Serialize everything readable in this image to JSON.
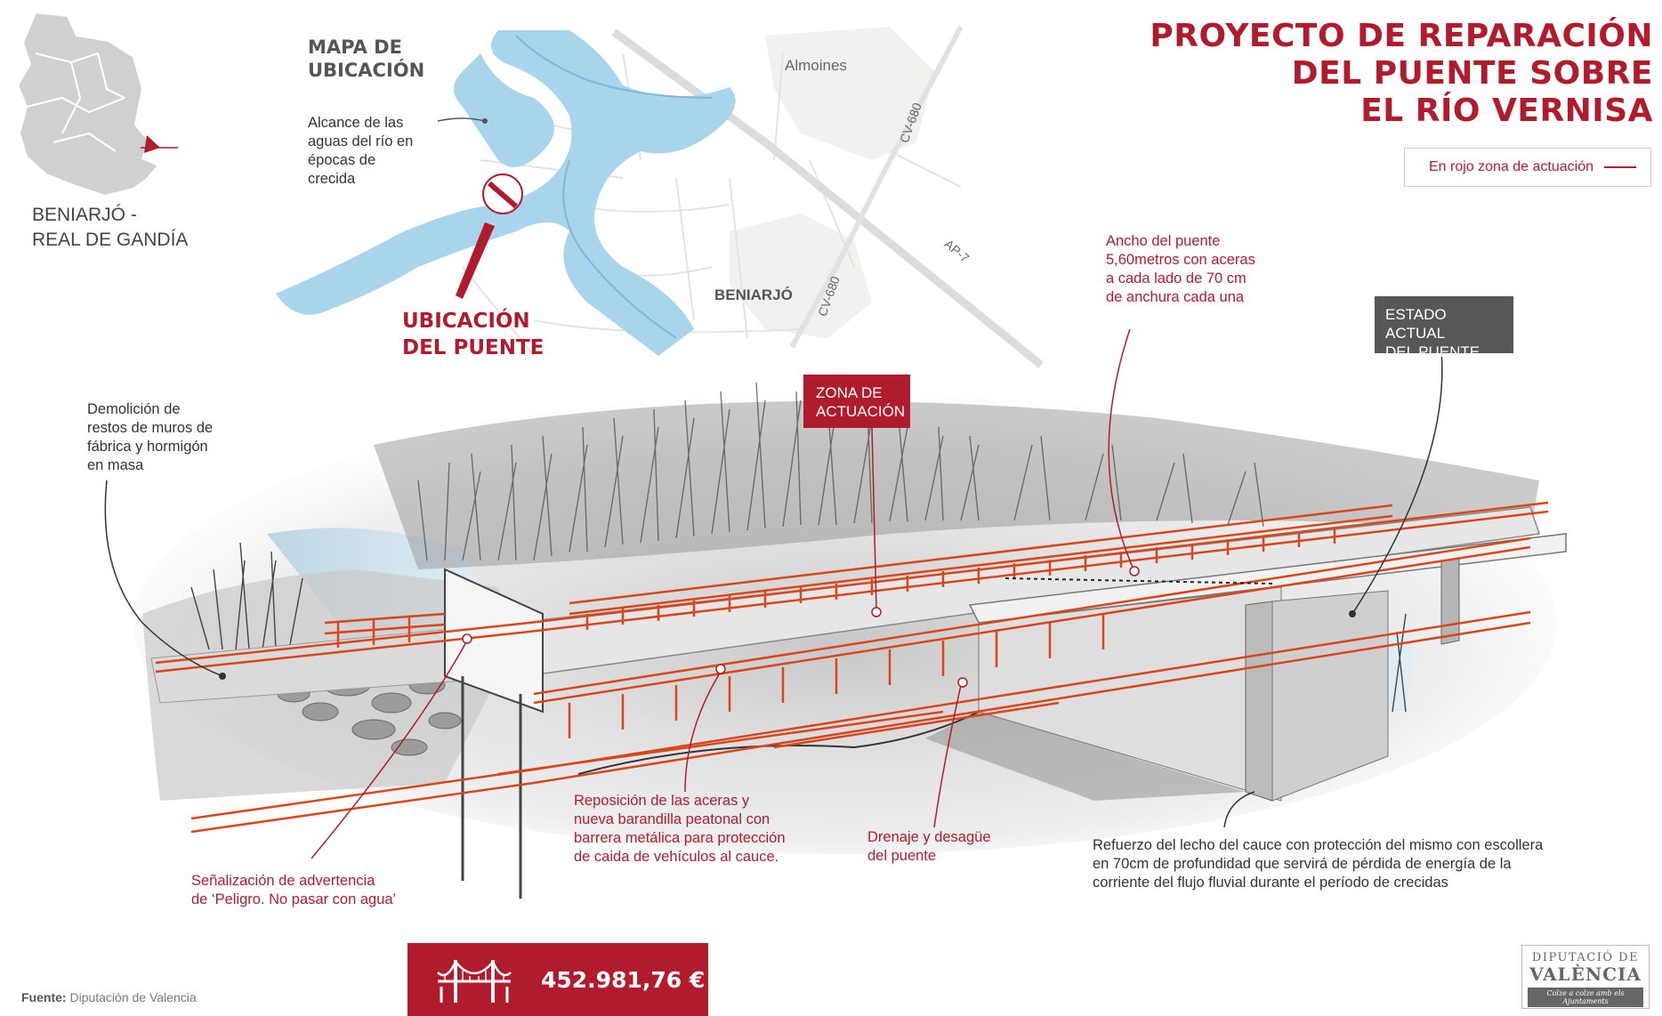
{
  "title": {
    "line1": "PROYECTO DE REPARACIÓN",
    "line2": "DEL PUENTE SOBRE",
    "line3": "EL RÍO VERNISA"
  },
  "legend": {
    "text": "En rojo zona de actuación",
    "color": "#b01c2e"
  },
  "region": {
    "line1": "BENIARJÓ -",
    "line2": "REAL DE GANDÍA"
  },
  "map": {
    "heading_line1": "MAPA DE",
    "heading_line2": "UBICACIÓN",
    "flood_note": [
      "Alcance de las",
      "aguas del río en",
      "épocas de",
      "crecida"
    ],
    "town_almoines": "Almoines",
    "town_beniarjo": "BENIARJÓ",
    "road_cv680_a": "CV-680",
    "road_cv680_b": "CV-680",
    "road_ap7": "AP-7",
    "water_color": "#a8d4ec"
  },
  "bridge_location": {
    "line1": "UBICACIÓN",
    "line2": "DEL PUENTE"
  },
  "zone_tag": {
    "line1": "ZONA DE",
    "line2": "ACTUACIÓN"
  },
  "state_tag": {
    "line1": "ESTADO ACTUAL",
    "line2": "DEL PUENTE"
  },
  "annotations": {
    "demolition": [
      "Demolición de",
      "restos de muros de",
      "fábrica y hormigón",
      "en masa"
    ],
    "width": [
      "Ancho del puente",
      "5,60metros con aceras",
      "a cada lado de 70 cm",
      "de anchura cada una"
    ],
    "signage": [
      "Señalización de advertencia",
      "de ‘Peligro. No pasar con agua’"
    ],
    "sidewalks": [
      "Reposición de las aceras y",
      "nueva barandilla peatonal con",
      "barrera metálica para protección",
      "de caida de vehículos al cauce."
    ],
    "drainage": [
      "Drenaje y desagüe",
      "del puente"
    ],
    "riverbed": [
      "Refuerzo del lecho del cauce con protección del mismo con escollera",
      "en 70cm de profundidad  que servirá de pérdida de energía de la",
      "corriente del flujo fluvial durante el período de crecidas"
    ]
  },
  "cost": {
    "amount": "452.981,76 €",
    "icon": "bridge-icon"
  },
  "source": {
    "label": "Fuente:",
    "value": "Diputación de Valencia"
  },
  "logo": {
    "line1": "DIPUTACIÓ DE",
    "line2": "VALÈNCIA",
    "line3": "Colze a colze amb els Ajuntaments"
  },
  "accent_color": "#b01c2e"
}
